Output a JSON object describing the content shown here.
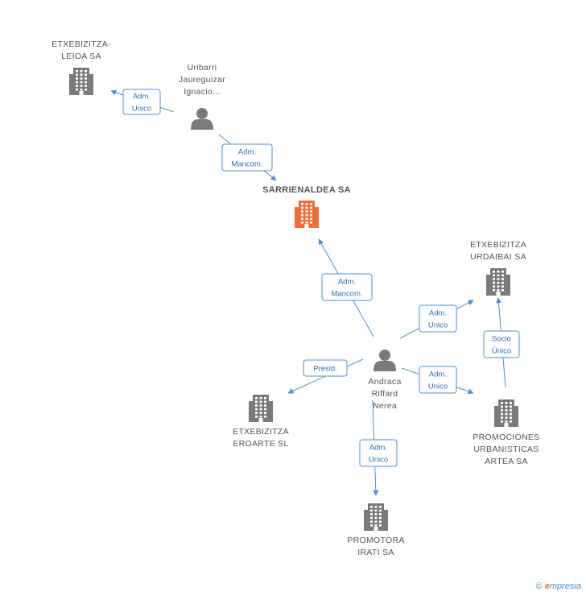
{
  "colors": {
    "company": "#7a7a7a",
    "central_company": "#f26b3a",
    "person": "#7a7a7a",
    "edge": "#4a90d9"
  },
  "nodes": [
    {
      "id": "sarrienaldea",
      "kind": "company",
      "central": true,
      "label": [
        "SARRIENALDEA SA"
      ]
    },
    {
      "id": "etxebizitza-leioa",
      "kind": "company",
      "label": [
        "ETXEBIZITZA-",
        "LEIOA SA"
      ]
    },
    {
      "id": "uribarri",
      "kind": "person",
      "label": [
        "Uribarri",
        "Jaureguizar",
        "Ignacio..."
      ]
    },
    {
      "id": "andraca",
      "kind": "person",
      "label": [
        "Andraca",
        "Riffard",
        "Nerea"
      ]
    },
    {
      "id": "etxebizitza-urdaibai",
      "kind": "company",
      "label": [
        "ETXEBIZITZA",
        "URDAIBAI SA"
      ]
    },
    {
      "id": "etxebizitza-eroarte",
      "kind": "company",
      "label": [
        "ETXEBIZITZA",
        "EROARTE SL"
      ]
    },
    {
      "id": "promociones-artea",
      "kind": "company",
      "label": [
        "PROMOCIONES",
        "URBANISTICAS",
        "ARTEA SA"
      ]
    },
    {
      "id": "promotora-irati",
      "kind": "company",
      "label": [
        "PROMOTORA",
        "IRATI SA"
      ]
    }
  ],
  "edges": [
    {
      "id": "e1",
      "from": "uribarri",
      "to": "etxebizitza-leioa",
      "label": [
        "Adm.",
        "Unico"
      ]
    },
    {
      "id": "e2",
      "from": "uribarri",
      "to": "sarrienaldea",
      "label": [
        "Adm.",
        "Mancom."
      ]
    },
    {
      "id": "e3",
      "from": "andraca",
      "to": "sarrienaldea",
      "label": [
        "Adm.",
        "Mancom."
      ]
    },
    {
      "id": "e4",
      "from": "andraca",
      "to": "etxebizitza-urdaibai",
      "label": [
        "Adm.",
        "Unico"
      ]
    },
    {
      "id": "e5",
      "from": "promociones-artea",
      "to": "etxebizitza-urdaibai",
      "label": [
        "Socio",
        "Único"
      ]
    },
    {
      "id": "e6",
      "from": "andraca",
      "to": "etxebizitza-eroarte",
      "label": [
        "Presid."
      ]
    },
    {
      "id": "e7",
      "from": "andraca",
      "to": "promociones-artea",
      "label": [
        "Adm.",
        "Unico"
      ]
    },
    {
      "id": "e8",
      "from": "andraca",
      "to": "promotora-irati",
      "label": [
        "Adm.",
        "Unico"
      ]
    }
  ],
  "brand": {
    "copyright": "©",
    "name_initial": "e",
    "name_rest": "mpresia"
  }
}
